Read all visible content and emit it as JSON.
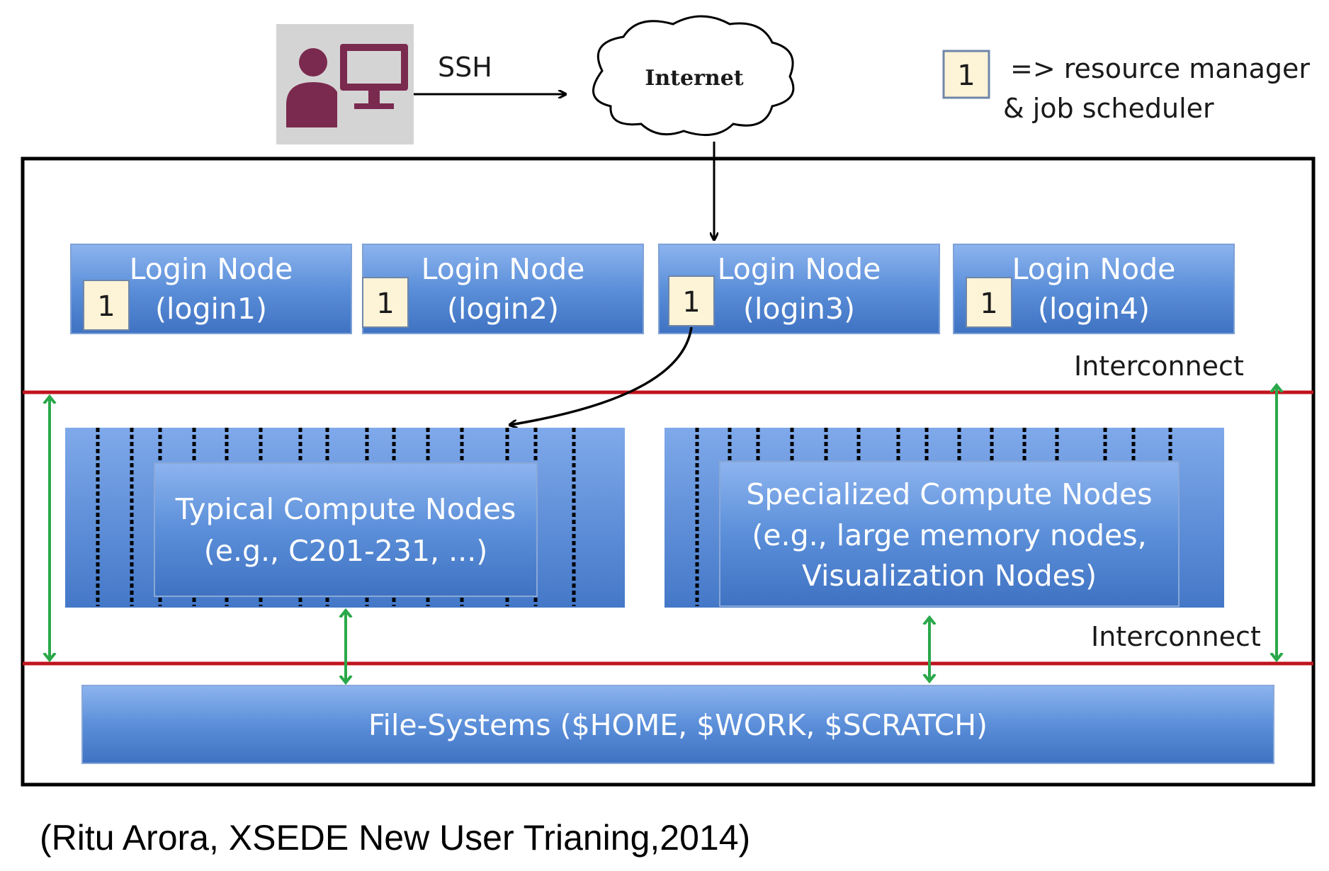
{
  "user": {
    "icon": "user-workstation-icon"
  },
  "ssh_label": "SSH",
  "internet_label": "Internet",
  "legend": {
    "badge": "1",
    "line1": "=> resource manager",
    "line2": "& job scheduler"
  },
  "login_nodes": [
    {
      "title": "Login Node",
      "host": "(login1)",
      "badge": "1"
    },
    {
      "title": "Login Node",
      "host": "(login2)",
      "badge": "1"
    },
    {
      "title": "Login Node",
      "host": "(login3)",
      "badge": "1"
    },
    {
      "title": "Login Node",
      "host": "(login4)",
      "badge": "1"
    }
  ],
  "interconnect_top": "Interconnect",
  "interconnect_bottom": "Interconnect",
  "typical_compute": {
    "line1": "Typical Compute Nodes",
    "line2": "(e.g., C201-231, ...)"
  },
  "specialized_compute": {
    "line1": "Specialized Compute Nodes",
    "line2": "(e.g., large memory nodes,",
    "line3": "Visualization Nodes)"
  },
  "filesystems": "File-Systems ($HOME,  $WORK, $SCRATCH)",
  "caption": "(Ritu Arora, XSEDE New User Trianing,2014)",
  "colors": {
    "node_blue": "#5b8fd9",
    "badge_fill": "#fdf3d6",
    "interconnect_red": "#c0141e",
    "bidirectional_green": "#2aa84a",
    "user_purple": "#7b2a4f"
  }
}
